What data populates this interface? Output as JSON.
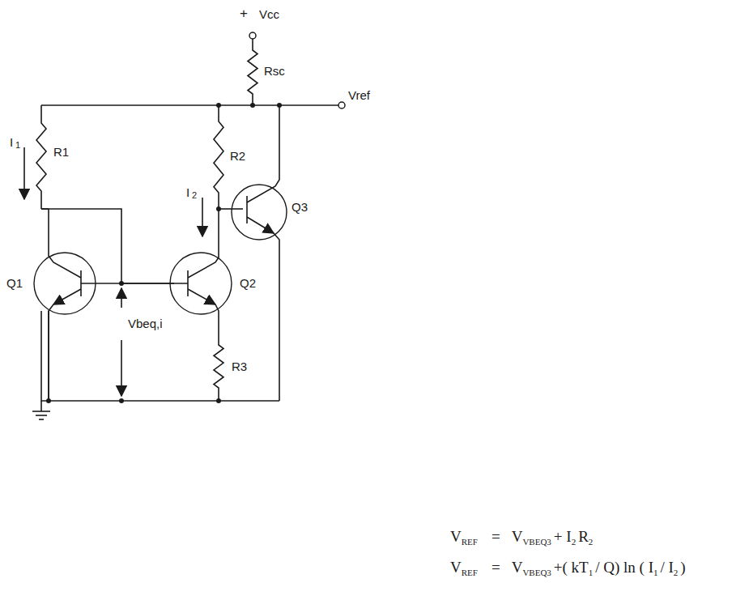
{
  "diagram": {
    "labels": [
      "+",
      "Vcc",
      "Rsc",
      "Vref",
      "R1",
      "I",
      "1",
      "R2",
      "I",
      "2",
      "Q3",
      "Q1",
      "Q2",
      "Vbeq,i",
      "R3",
      "V",
      "REF",
      "=",
      "V",
      "VBEQ3",
      "+ I",
      "2",
      "R",
      "2",
      "V",
      "REF",
      "=",
      "V",
      "VBEQ3",
      "+( kT",
      "1",
      "/ Q) ln ( I",
      "1",
      "/ I",
      "2",
      ")"
    ]
  }
}
